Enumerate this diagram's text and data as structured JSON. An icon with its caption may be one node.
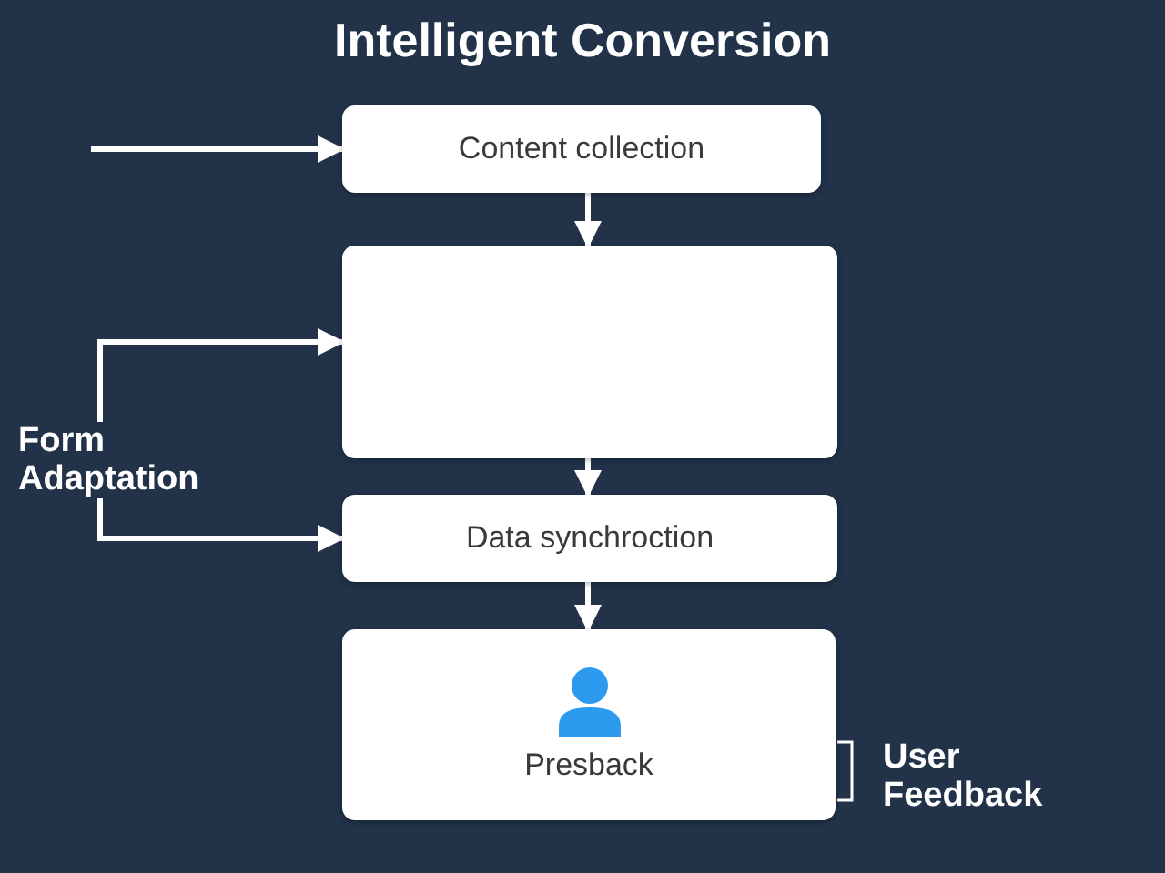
{
  "diagram": {
    "title": "Intelligent Conversion",
    "nodes": [
      {
        "text": [
          "Content collection"
        ]
      },
      {
        "text": [],
        "shape": "box"
      },
      {
        "text": [
          "Data synchroction"
        ]
      },
      {
        "text": [
          "Presback"
        ],
        "beside": [
          "User Feedback"
        ]
      },
      {
        "text": [
          "Form Adaptation"
        ]
      }
    ],
    "edges": [
      {
        "from": null,
        "to": 0,
        "arrow": "to"
      },
      {
        "from": 0,
        "to": 1,
        "arrow": "to"
      },
      {
        "from": 1,
        "to": 2,
        "arrow": "to"
      },
      {
        "from": 2,
        "to": 3,
        "arrow": "to"
      },
      {
        "from": 4,
        "to": 1,
        "arrow": "to"
      },
      {
        "from": 4,
        "to": 2,
        "arrow": "to"
      }
    ]
  }
}
